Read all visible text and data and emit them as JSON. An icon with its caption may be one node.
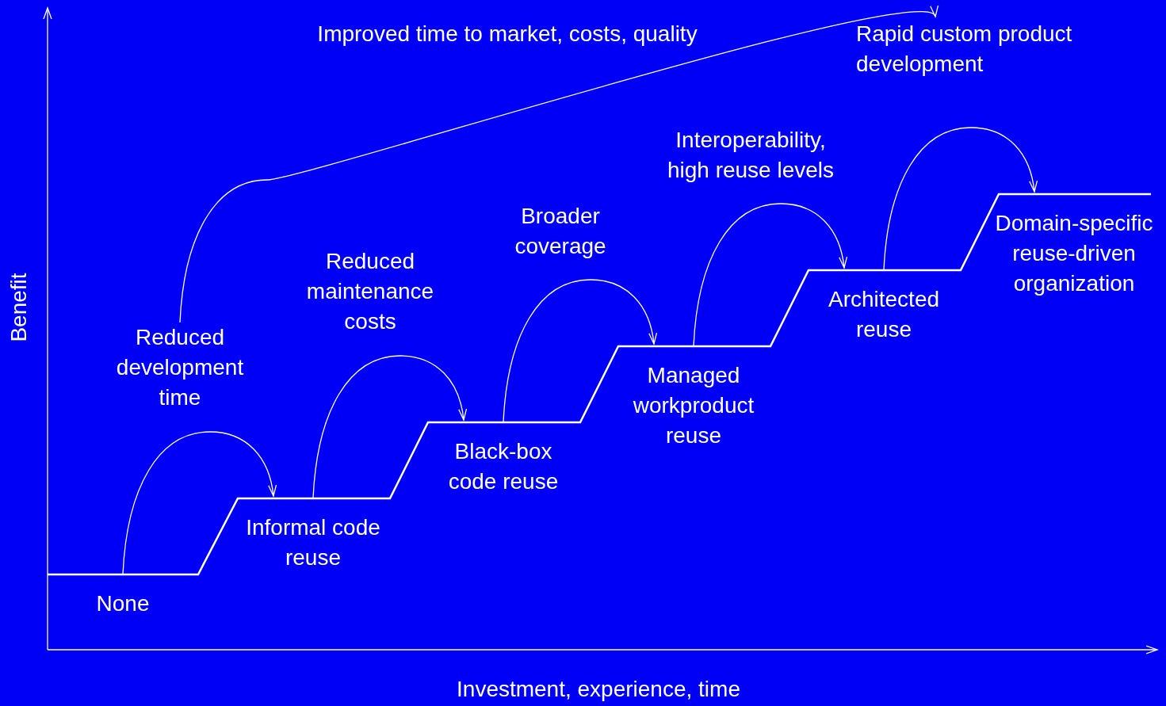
{
  "diagram": {
    "nodes": [
      {
        "text": [
          "None"
        ]
      },
      {
        "text": [
          "Informal code reuse"
        ]
      },
      {
        "text": [
          "Black-box code reuse"
        ]
      },
      {
        "text": [
          "Managed workproduct reuse"
        ]
      },
      {
        "text": [
          "Architected reuse"
        ]
      },
      {
        "text": [
          "Domain-specific reuse-driven organization"
        ]
      },
      {
        "text": [
          "Rapid custom product development"
        ]
      },
      {
        "text": [
          "Reduced development time"
        ]
      }
    ],
    "edges": [
      {
        "from": 0,
        "to": 1,
        "arrow": "to"
      },
      {
        "from": 1,
        "to": 2,
        "arrow": "to"
      },
      {
        "from": 2,
        "to": 3,
        "arrow": "to"
      },
      {
        "from": 3,
        "to": 4,
        "arrow": "to"
      },
      {
        "from": 4,
        "to": 5,
        "arrow": "to"
      },
      {
        "from": 7,
        "to": 6,
        "arrow": "to",
        "label": "Improved time to market, costs, quality"
      }
    ],
    "labels": [
      "Reduced maintenance costs",
      "Broader coverage",
      "Interoperability, high reuse levels",
      "Benefit",
      "Investment, experience, time"
    ]
  }
}
